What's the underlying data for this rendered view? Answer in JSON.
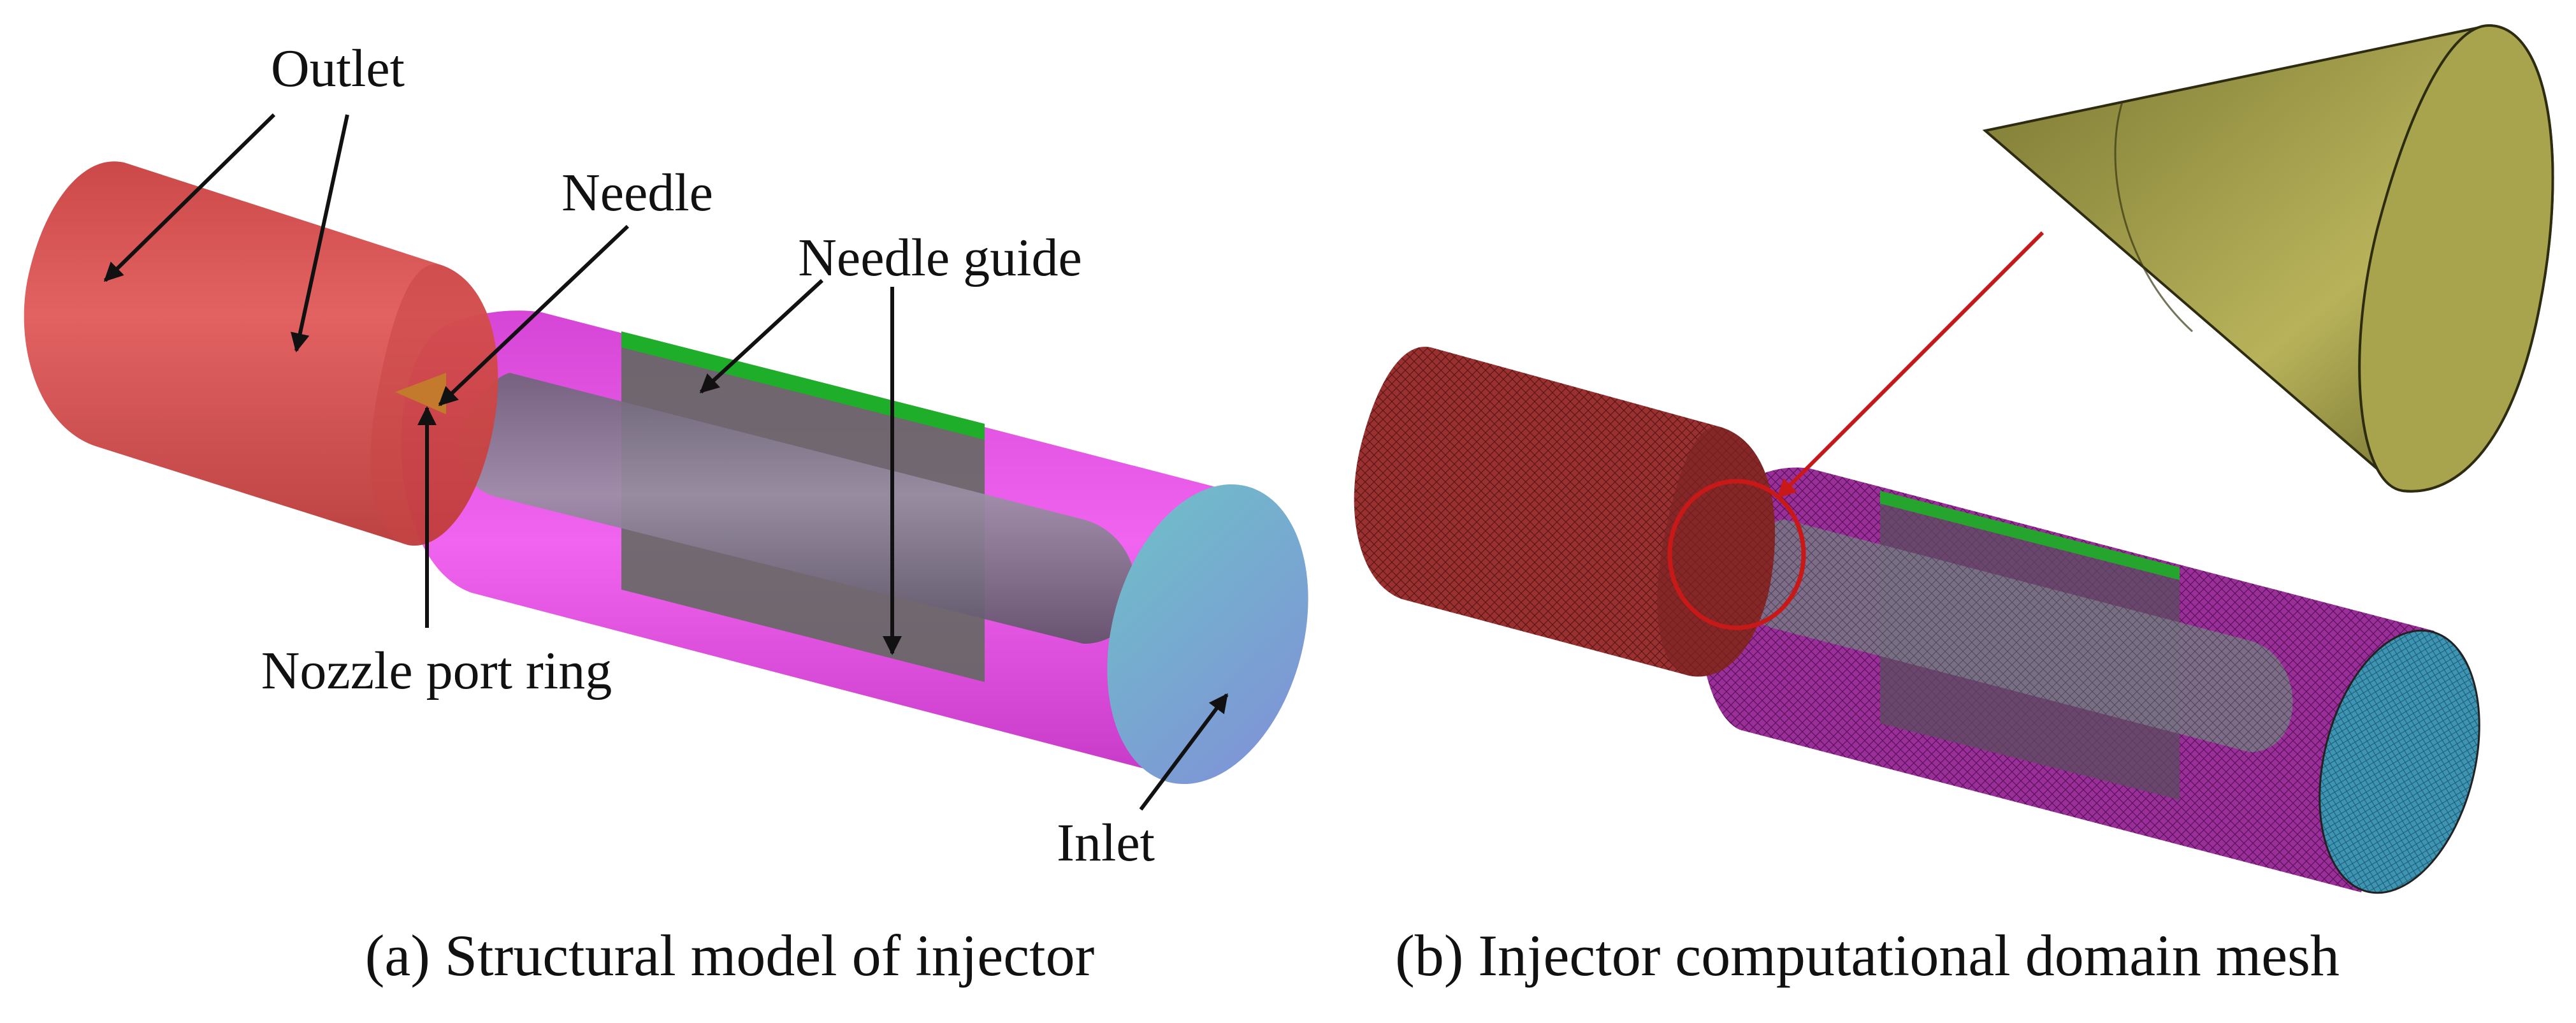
{
  "panel_a": {
    "labels": {
      "outlet": "Outlet",
      "needle": "Needle",
      "needle_guide": "Needle guide",
      "nozzle_port_ring": "Nozzle port ring",
      "inlet": "Inlet"
    },
    "caption": "(a) Structural model of injector"
  },
  "panel_b": {
    "caption": "(b) Injector computational domain mesh"
  },
  "colors": {
    "outlet": "#d94848",
    "body": "#e23ee2",
    "needle": "#7a6f86",
    "needle_guide": "#5c6a5a",
    "guide_top": "#1fae2a",
    "inlet": "#7f9fd8",
    "mesh_outlet": "#8e2b2b",
    "mesh_body": "#8e2a8e",
    "mesh_inlet": "#3a8fb0",
    "zoom_cone": "#a8a44e",
    "highlight": "#c81818"
  }
}
